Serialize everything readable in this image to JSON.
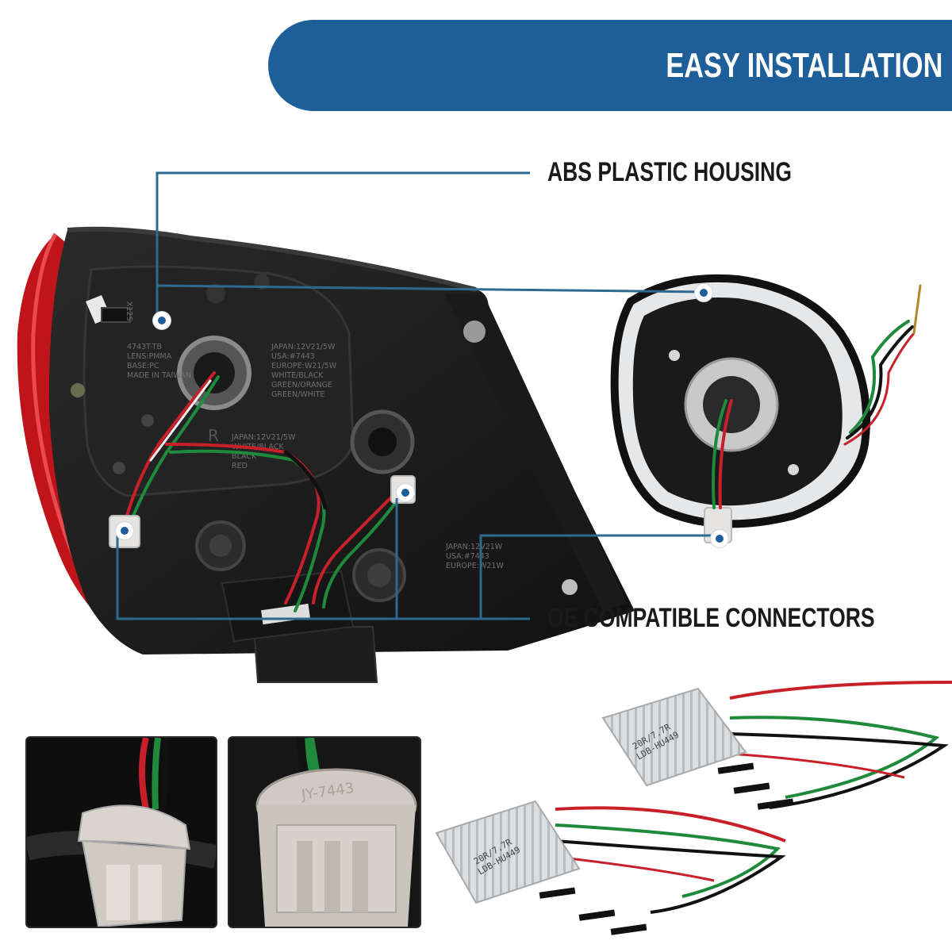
{
  "banner": {
    "title": "EASY INSTALLATION"
  },
  "callouts": {
    "housing": "ABS PLASTIC HOUSING",
    "connectors": "OE COMPATIBLE CONNECTORS"
  },
  "housing_markings": {
    "part_left": "X12S",
    "text_block_1": [
      "4743T-TB",
      "LENS:PMMA",
      "BASE:PC",
      "MADE IN TAIWAN"
    ],
    "text_block_2": [
      "JAPAN:12V21/5W",
      "USA:#7443",
      "EUROPE:W21/5W",
      "WHITE/BLACK",
      "GREEN/ORANGE",
      "GREEN/WHITE"
    ],
    "text_block_3": [
      "JAPAN:12V21/5W",
      "WHITE/BLACK",
      "BLACK",
      "RED"
    ],
    "text_block_4": [
      "JAPAN:12V21W",
      "USA:#7443",
      "EUROPE:W21W"
    ],
    "letter_r": "R"
  },
  "bulb_socket": {
    "label": "JY-7443"
  },
  "resistors": [
    {
      "line1": "20R/7.7R",
      "line2": "LDB-HU449"
    },
    {
      "line1": "20R/7.7R",
      "line2": "LDB-HU449"
    }
  ],
  "colors": {
    "banner": "#1f5f99",
    "callout_line": "#2e6a8f",
    "housing": "#1c1c1c",
    "lens_red": "#c0141b",
    "wire_red": "#c8202a",
    "wire_green": "#1f8a3c",
    "wire_black": "#111111",
    "aluminum": "#d9dbdd"
  },
  "icons": {
    "callout_marker": "callout-dot-icon"
  }
}
